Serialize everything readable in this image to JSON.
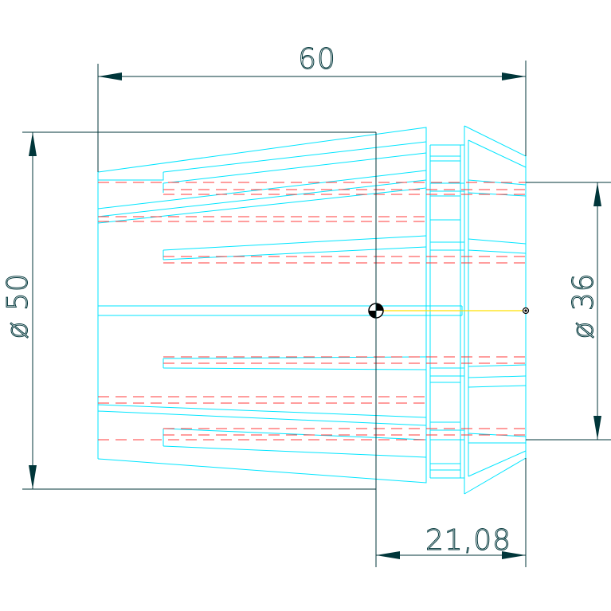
{
  "drawing": {
    "colors": {
      "background": "#ffffff",
      "outline": "#00e5ff",
      "hidden_line": "#ff3b3b",
      "dimension": "#00363a",
      "center_line": "#ffe000",
      "marker": "#000000"
    },
    "dimensions": {
      "overall_length": "60",
      "outer_diameter": "ø 50",
      "inner_diameter": "ø 36",
      "nose_length": "21,08"
    }
  }
}
